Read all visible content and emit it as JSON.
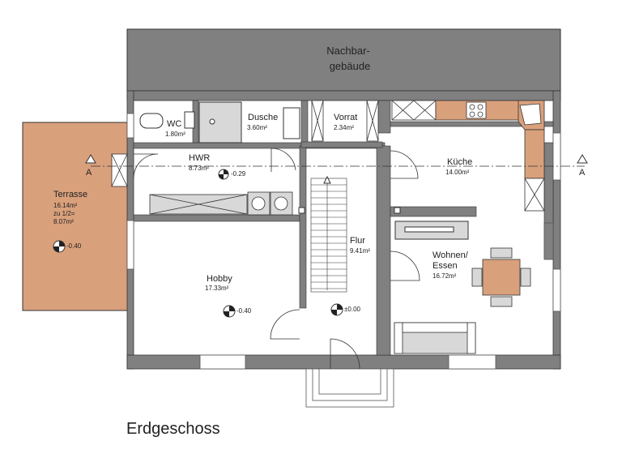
{
  "plan": {
    "title": "Erdgeschoss",
    "neighbor": {
      "line1": "Nachbar-",
      "line2": "gebäude"
    },
    "section_mark": "A",
    "rooms": {
      "wc": {
        "name": "WC",
        "area": "1.80m²"
      },
      "dusche": {
        "name": "Dusche",
        "area": "3.60m²"
      },
      "vorrat": {
        "name": "Vorrat",
        "area": "2.34m²"
      },
      "hwr": {
        "name": "HWR",
        "area": "8.73m²",
        "level": "-0.29"
      },
      "kueche": {
        "name": "Küche",
        "area": "14.00m²"
      },
      "terrasse": {
        "name": "Terrasse",
        "area": "16.14m²",
        "note": "zu 1/2=",
        "area_half": "8.07m²",
        "level": "-0.40"
      },
      "flur": {
        "name": "Flur",
        "area": "9.41m²",
        "level": "±0.00"
      },
      "wohnen": {
        "name_line1": "Wohnen/",
        "name_line2": "Essen",
        "area": "16.72m²"
      },
      "hobby": {
        "name": "Hobby",
        "area": "17.33m²",
        "level": "-0.40"
      }
    },
    "colors": {
      "wall": "#7f7f7f",
      "terrace": "#d9a07c",
      "furniture": "#d9a07c",
      "tile": "#d8d8d8",
      "line": "#333333"
    }
  }
}
